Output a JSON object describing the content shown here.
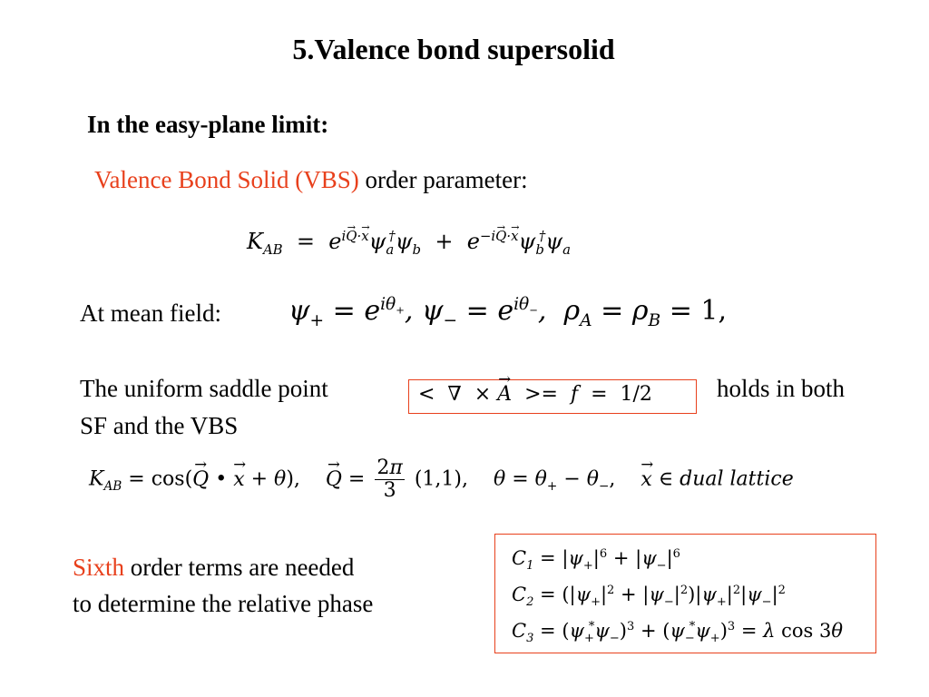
{
  "slide": {
    "title": "5.Valence bond supersolid",
    "subhead": "In the easy-plane limit:",
    "vbs_label": "Valence Bond Solid (VBS)",
    "vbs_rest": "order parameter:",
    "mean_field_label": "At mean field:",
    "saddle_text": "The uniform saddle point",
    "saddle_tail": "holds in both",
    "saddle_line2": "SF and the VBS",
    "sixth_label": "Sixth",
    "sixth_rest": "order terms are needed",
    "sixth_line2": "to determine the relative phase"
  },
  "colors": {
    "accent": "#e8401c",
    "text": "#000000",
    "background": "#ffffff"
  }
}
